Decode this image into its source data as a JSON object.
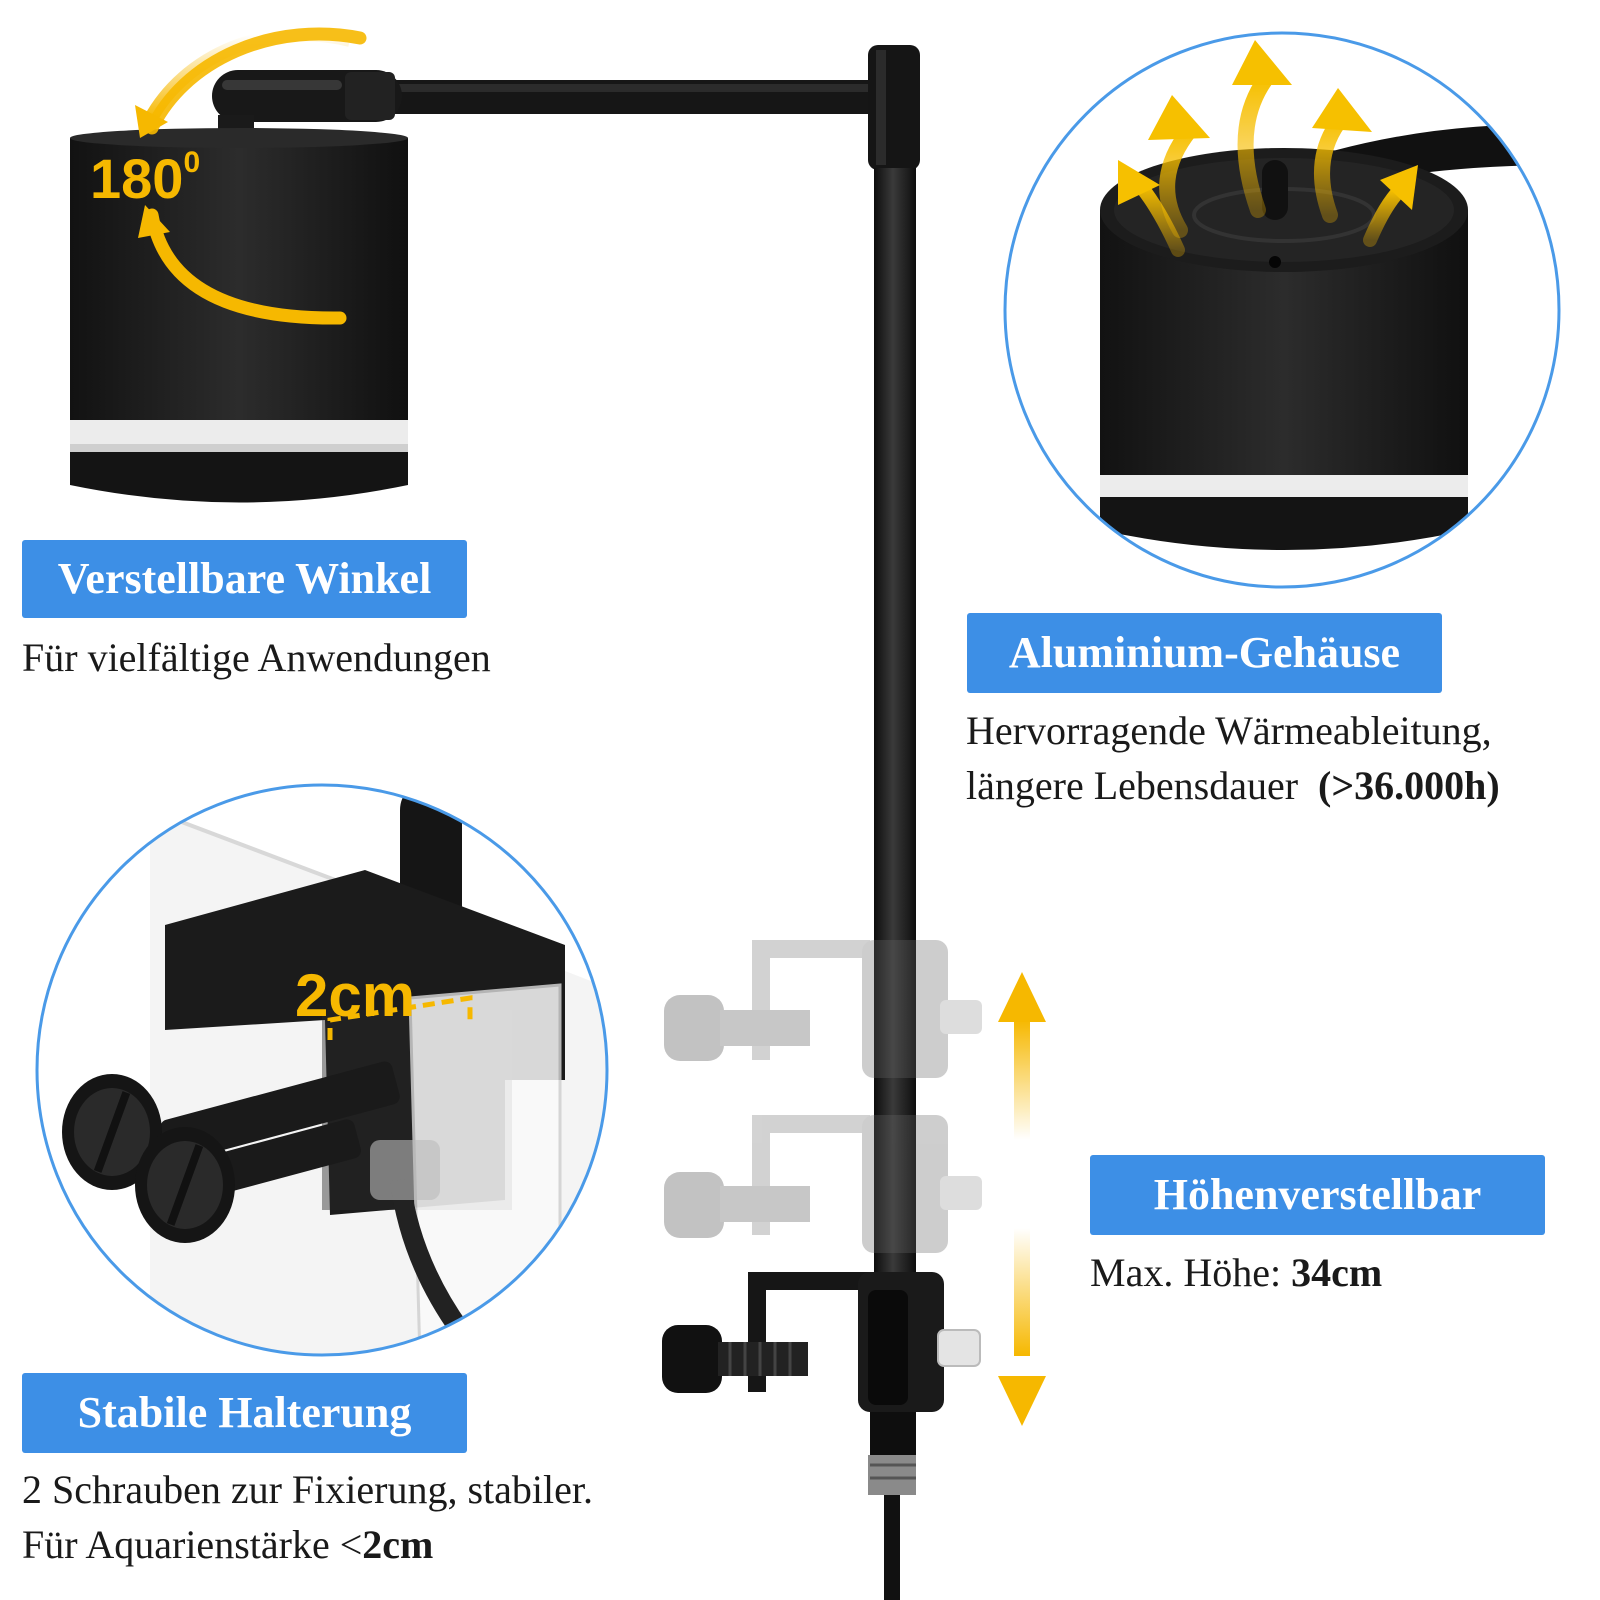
{
  "features": [
    {
      "title": "Verstellbare Winkel",
      "description": "Für vielfältige Anwendungen"
    },
    {
      "title": "Aluminium-Gehäuse",
      "description_line1": "Hervorragende Wärmeableitung,",
      "description_line2": "längere Lebensdauer",
      "description_highlight": "(>36.000h)"
    },
    {
      "title": "Stabile Halterung",
      "description_line1": "2 Schrauben zur Fixierung, stabiler.",
      "description_line2": "Für Aquarienstärke <",
      "description_highlight": "2cm"
    },
    {
      "title": "Höhenverstellbar",
      "description": "Max. Höhe: ",
      "description_highlight": "34cm"
    }
  ],
  "callouts": {
    "rotation": "180",
    "rotation_unit": "0",
    "clamp_width": "2cm"
  },
  "colors": {
    "badge": "#3d8fe6",
    "accent_yellow": "#f6b800",
    "circle_border": "#4a9ae8",
    "product_black": "#1c1c1c"
  },
  "icons": [
    "rotation-arrow-icon",
    "heat-arrows-icon",
    "height-arrow-icon"
  ]
}
